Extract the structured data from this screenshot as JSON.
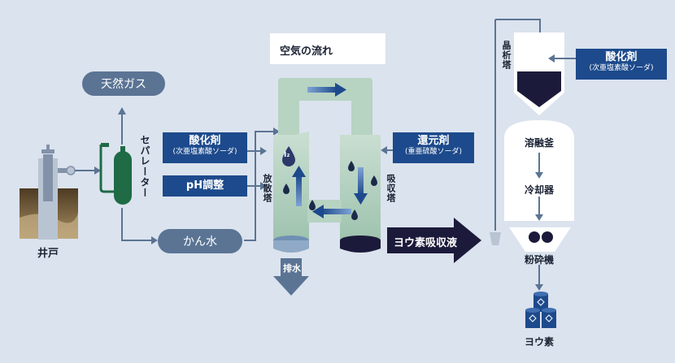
{
  "air_legend": "空気の流れ",
  "natural_gas": "天然ガス",
  "well": "井戸",
  "separator": "セパレーター",
  "oxidizer_left": {
    "title": "酸化剤",
    "sub": "(次亜塩素酸ソーダ)"
  },
  "ph_adjust": "pH調整",
  "brine": "かん水",
  "stripping_tower": "放散塔",
  "absorption_tower": "吸収塔",
  "reducer": {
    "title": "還元剤",
    "sub": "(重亜硫酸ソーダ)"
  },
  "drain": "排水",
  "iodine_absorbent": "ヨウ素吸収液",
  "iodine_symbol": "I₂",
  "crystallization_tower": "晶析塔",
  "oxidizer_right": {
    "title": "酸化剤",
    "sub": "(次亜塩素酸ソーダ)"
  },
  "melting_kettle": "溶融釜",
  "cooler": "冷却器",
  "crusher": "粉砕機",
  "iodine": "ヨウ素",
  "colors": {
    "background": "#dbe3ee",
    "navy": "#1d4a8c",
    "dark": "#1c1a3a",
    "gray_blue": "#5b7494",
    "tower_green": "#a9cbb8",
    "arrow_blue": "#3c6db0",
    "separator_green": "#1f6b46"
  }
}
